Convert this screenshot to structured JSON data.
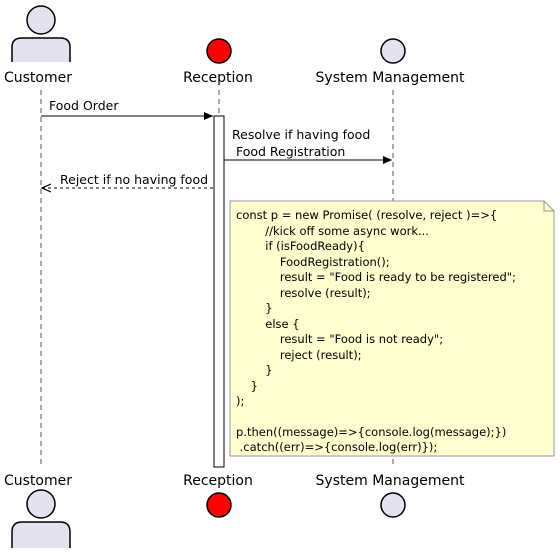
{
  "participants": [
    {
      "name": "Customer",
      "shape": "actor",
      "color": "#e2e2f0"
    },
    {
      "name": "Reception",
      "shape": "entity",
      "color": "#ff0000"
    },
    {
      "name": "System Management",
      "shape": "entity",
      "color": "#e2e2f0"
    }
  ],
  "messages": [
    {
      "text": "Food Order",
      "from": "Customer",
      "to": "Reception",
      "style": "solid"
    },
    {
      "text": "Resolve if having food",
      "from": "Reception",
      "to": "System Management",
      "style": "solid"
    },
    {
      "text": " Food Registration",
      "from": "Reception",
      "to": "System Management",
      "style": "solid"
    },
    {
      "text": "Reject if no having food",
      "from": "Reception",
      "to": "Customer",
      "style": "dashed"
    }
  ],
  "note": {
    "color": "#fefece",
    "lines": [
      "const p = new Promise( (resolve, reject )=>{",
      "        //kick off some async work...",
      "        if (isFoodReady){",
      "            FoodRegistration();",
      "            result = \"Food is ready to be registered\";",
      "            resolve (result);",
      "        }",
      "        else {",
      "            result = \"Food is not ready\";",
      "            reject (result);",
      "        }",
      "    }",
      ");",
      "",
      "p.then((message)=>{console.log(message);})",
      " .catch((err)=>{console.log(err)});"
    ]
  }
}
